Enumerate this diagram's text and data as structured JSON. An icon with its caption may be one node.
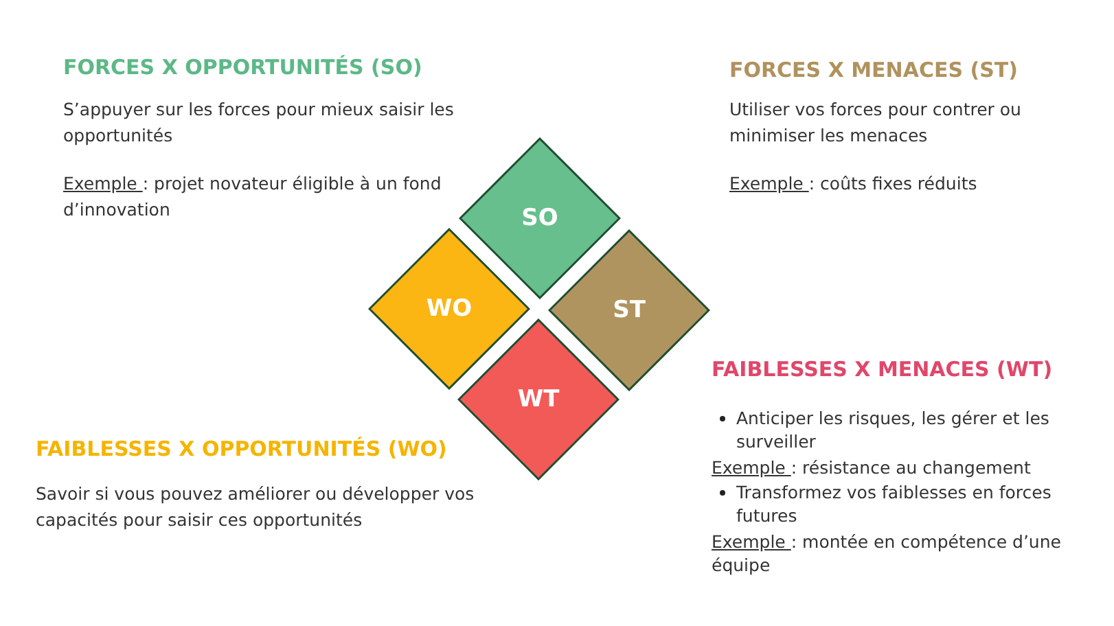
{
  "diagram": {
    "nodes": [
      {
        "text": [
          "SO"
        ]
      },
      {
        "text": [
          "WO"
        ]
      },
      {
        "text": [
          "ST"
        ]
      },
      {
        "text": [
          "WT"
        ]
      }
    ],
    "labels": [
      "FORCES X OPPORTUNITÉS (SO)",
      "S’appuyer sur les forces pour mieux saisir les opportunités",
      "Exemple : projet novateur éligible à un fond d’innovation",
      "FORCES X MENACES (ST)",
      "Utiliser vos forces pour contrer ou minimiser les menaces",
      "Exemple : coûts fixes réduits",
      "FAIBLESSES X MENACES (WT)",
      "Anticiper les risques, les gérer et les surveiller",
      "Exemple : résistance au changement",
      "Transformez vos faiblesses en forces futures",
      "Exemple : montée en compétence d’une équipe",
      "FAIBLESSES X OPPORTUNITÉS (WO)",
      "Savoir si vous pouvez améliorer ou développer vos capacités pour saisir ces opportunités"
    ]
  }
}
